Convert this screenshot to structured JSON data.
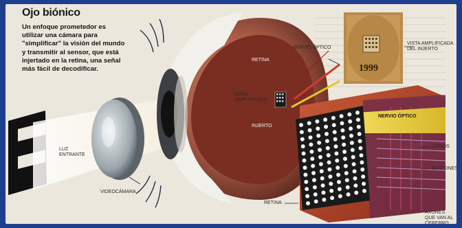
{
  "title": "Ojo biónico",
  "body": "Un enfoque prometedor es utilizar una cámara para \"simplificar\" la visión del mundo y transmitir al sensor, que está injertado en la retina, una señal más fácil de decodificar.",
  "labels": {
    "nervio_optico_top": "NERVIO ÓPTICO",
    "vista_ampliada": "VISTA AMPLIFICADA DEL INJERTO",
    "chip_year": "1999",
    "retina_top": "RETINA",
    "senal_simplificada": "SEÑAL SIMPLIFICADA",
    "injerto": "INJERTO",
    "luz_entrante": "LUZ ENTRANTE",
    "videocamara": "VIDEOCÁMARA",
    "nervio_optico_right": "NERVIO ÓPTICO",
    "conos": "CONOS",
    "bastones": "BASTONES",
    "retina_bottom": "RETINA",
    "axones": "AXONES QUE VAN AL CEREBRO"
  },
  "colors": {
    "frame": "#1d3f8e",
    "paper": "#ece7dd",
    "retina_block": "#b8452c",
    "optic_nerve": "#e8c830"
  }
}
